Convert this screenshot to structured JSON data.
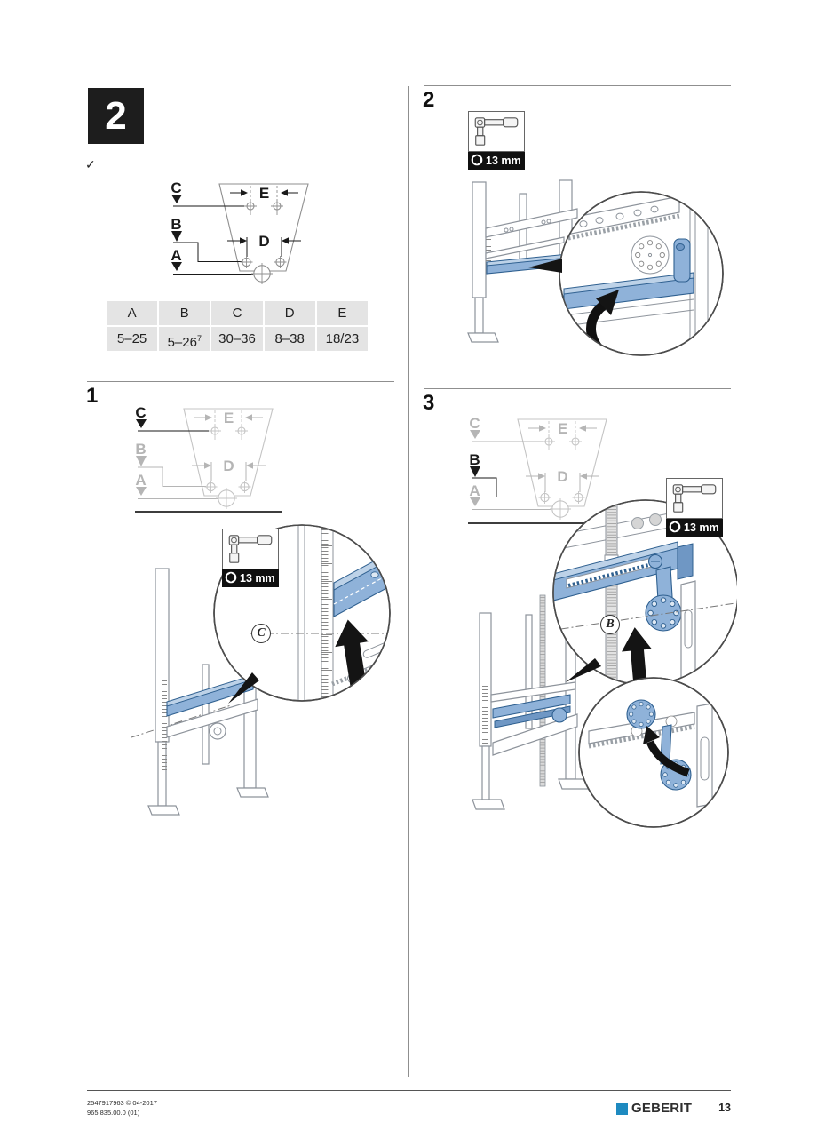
{
  "section_intro": {
    "badge": "2",
    "checkmark": "✓"
  },
  "dim_labels": {
    "a": "A",
    "b": "B",
    "c": "C",
    "d": "D",
    "e": "E"
  },
  "spec_table": {
    "headers": [
      "A",
      "B",
      "C",
      "D",
      "E"
    ],
    "values": [
      "5–25",
      "5–26",
      "30–36",
      "8–38",
      "18/23"
    ],
    "value_b_superscript": "7"
  },
  "steps": {
    "s1": "1",
    "s2": "2",
    "s3": "3"
  },
  "tool_callout": {
    "size": "13 mm"
  },
  "detail_markers": {
    "step1": "C",
    "step3": "B"
  },
  "footer": {
    "doc_line1": "2547917963 © 04-2017",
    "doc_line2": "965.835.00.0 (01)",
    "brand": "GEBERIT",
    "page_number": "13"
  },
  "colors": {
    "highlight_blue": "#8fb2d9",
    "highlight_blue_dark": "#2f6090",
    "brand_blue": "#1e8ac0",
    "table_cell_gray": "#e4e4e4"
  }
}
